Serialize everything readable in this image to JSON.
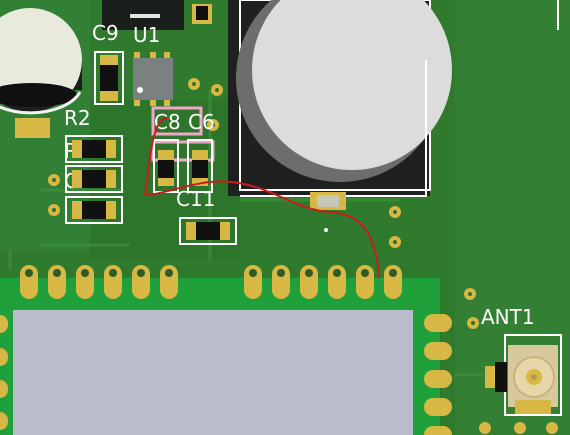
{
  "board": {
    "colors": {
      "background": "#2f7a2d",
      "copper": "#3a8a37",
      "silkscreen": "#ffffff",
      "pad": "#d8b844",
      "highlight": "#f2a6c8",
      "trace": "#cc1b1b",
      "module_body": "#b8bccb"
    },
    "labels": {
      "c9": "C9",
      "u1": "U1",
      "r2": "R2",
      "r": "R",
      "c": "C",
      "c8": "C8",
      "c6": "C6",
      "c11": "C11",
      "ant1": "ANT1"
    },
    "icons": [
      "buzzer-component",
      "chip-component",
      "antenna-connector"
    ]
  }
}
